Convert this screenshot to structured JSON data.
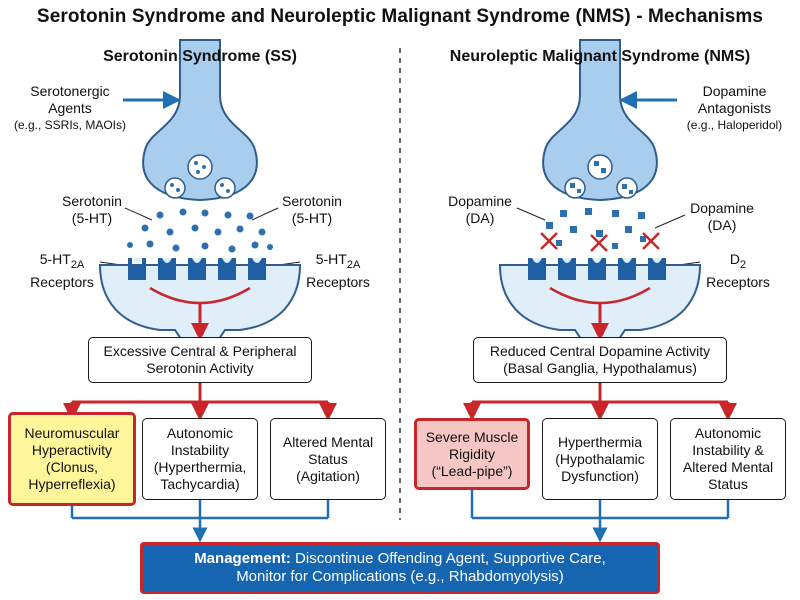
{
  "title": "Serotonin Syndrome and Neuroleptic Malignant Syndrome (NMS) - Mechanisms",
  "ss": {
    "heading": "Serotonin Syndrome (SS)",
    "agents_line1": "Serotonergic",
    "agents_line2": "Agents",
    "agents_example": "(e.g., SSRIs, MAOIs)",
    "nt_left_line1": "Serotonin",
    "nt_left_line2": "(5-HT)",
    "nt_right_line1": "Serotonin",
    "nt_right_line2": "(5-HT)",
    "rec_left_pre": "5-HT",
    "rec_left_sub": "2A",
    "rec_left_line2": "Receptors",
    "rec_right_pre": "5-HT",
    "rec_right_sub": "2A",
    "rec_right_line2": "Receptors",
    "activity_line1": "Excessive Central & Peripheral",
    "activity_line2": "Serotonin Activity",
    "effects": [
      {
        "lines": [
          "Neuromuscular",
          "Hyperactivity",
          "(Clonus,",
          "Hyperreflexia)"
        ]
      },
      {
        "lines": [
          "Autonomic",
          "Instability",
          "(Hyperthermia,",
          "Tachycardia)"
        ]
      },
      {
        "lines": [
          "Altered Mental",
          "Status",
          "(Agitation)"
        ]
      }
    ]
  },
  "nms": {
    "heading": "Neuroleptic Malignant Syndrome (NMS)",
    "agents_line1": "Dopamine",
    "agents_line2": "Antagonists",
    "agents_example": "(e.g., Haloperidol)",
    "nt_left_line1": "Dopamine",
    "nt_left_line2": "(DA)",
    "nt_right_line1": "Dopamine",
    "nt_right_line2": "(DA)",
    "rec_pre": "D",
    "rec_sub": "2",
    "rec_line2": "Receptors",
    "activity_line1": "Reduced Central Dopamine Activity",
    "activity_line2": "(Basal Ganglia, Hypothalamus)",
    "effects": [
      {
        "lines": [
          "Severe Muscle",
          "Rigidity",
          "(“Lead-pipe”)"
        ]
      },
      {
        "lines": [
          "Hyperthermia",
          "(Hypothalamic",
          "Dysfunction)"
        ]
      },
      {
        "lines": [
          "Autonomic",
          "Instability &",
          "Altered Mental",
          "Status"
        ]
      }
    ]
  },
  "management": {
    "label": "Management:",
    "text_line1": "Discontinue Offending Agent, Supportive Care,",
    "text_line2": "Monitor for Complications (e.g., Rhabdomyolysis)"
  },
  "colors": {
    "neuron_fill": "#a9cdec",
    "neuron_stroke": "#2f5e8e",
    "receptor": "#1f5fa4",
    "red_arrow": "#c8262b",
    "blue_arrow": "#1f6fb5",
    "highlight_yellow": "#fff59a",
    "highlight_pink": "#f6c6c4",
    "management_fill": "#1565b0",
    "management_border": "#c8262b"
  }
}
